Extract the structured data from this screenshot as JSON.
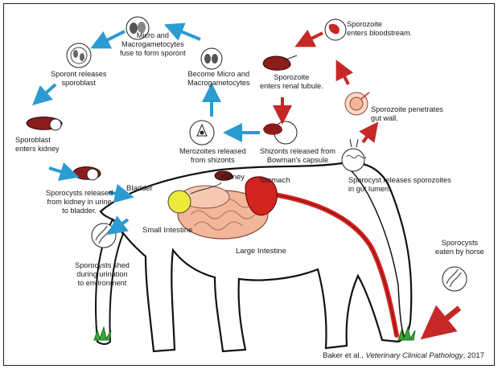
{
  "labels": {
    "micro_macro": [
      "Micro and",
      "Macrogametocytes",
      "fuse to form sporont"
    ],
    "sporont_releases": [
      "Sporont releases",
      "sporoblast"
    ],
    "become_micro": [
      "Become Micro and",
      "Macrogametocytes"
    ],
    "sporozoite_renal": [
      "Sporozoite",
      "enters renal tubule."
    ],
    "sporozoite_blood": [
      "Sporozoite",
      "enters bloodstream."
    ],
    "sporozoite_gut": [
      "Sporozoite penetrates",
      "gut wall."
    ],
    "sporoblast_kidney": [
      "Sporoblast",
      "enters kidney"
    ],
    "merozoites": [
      "Merozoites released",
      "from shizonts"
    ],
    "shizonts": [
      "Shizonts released from",
      "Bowman's capsule"
    ],
    "sporocyst_lumen": [
      "Sporocyst releases sporozoites",
      "in gut lumen."
    ],
    "sporocysts_released": [
      "Sporocysts released",
      "from kidney in urine",
      "to bladder."
    ],
    "sporocysts_shed": [
      "Sporocysts shed",
      "during urination",
      "to environment"
    ],
    "sporocysts_eaten": [
      "Sporocysts",
      "eaten by horse"
    ]
  },
  "organs": {
    "bladder": "Bladder",
    "kidney": "Kidney",
    "stomach": "Stomach",
    "small_intestine": "Small Intestine",
    "large_intestine": "Large Intestine"
  },
  "citation": {
    "authors": "Baker et al., ",
    "journal": "Veterinary Clinical Pathology",
    "year": ", 2017"
  },
  "colors": {
    "blue_arrow": "#2b9bd1",
    "red_arrow": "#c62828",
    "organism_red": "#8b1d1d",
    "bladder": "#ecea3a",
    "intestine": "#f2b79a",
    "stomach": "#d3231f",
    "grass": "#3aa63a"
  }
}
